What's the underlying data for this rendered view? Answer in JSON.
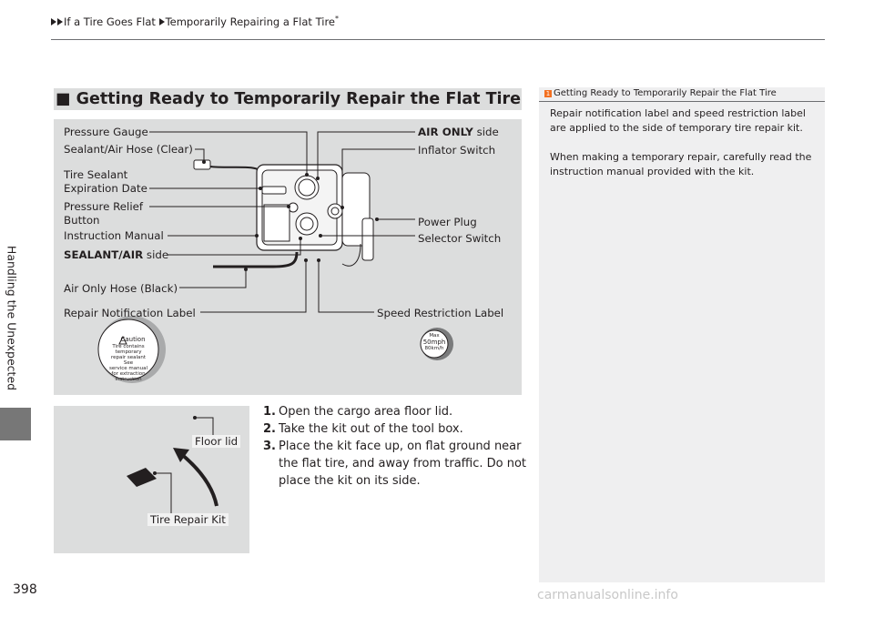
{
  "breadcrumb": {
    "part1": "If a Tire Goes Flat",
    "part2": "Temporarily Repairing a Flat Tire",
    "asterisk": "*"
  },
  "side_tab": {
    "label": "Handling the Unexpected"
  },
  "page_number": "398",
  "section": {
    "marker": "■",
    "title": "Getting Ready to Temporarily Repair the Flat Tire"
  },
  "figure1": {
    "labels": {
      "pressure_gauge": "Pressure Gauge",
      "sealant_air_hose": "Sealant/Air Hose (Clear)",
      "tire_sealant_1": "Tire Sealant",
      "tire_sealant_2": "Expiration Date",
      "pressure_relief_1": "Pressure Relief",
      "pressure_relief_2": "Button",
      "instruction_manual": "Instruction Manual",
      "sealant_air_side_bold": "SEALANT/AIR",
      "sealant_air_side_rest": " side",
      "air_only_hose": "Air Only Hose (Black)",
      "repair_notification_label": "Repair Notification Label",
      "air_only_side_bold": "AIR ONLY",
      "air_only_side_rest": " side",
      "inflator_switch": "Inflator Switch",
      "power_plug": "Power Plug",
      "selector_switch": "Selector Switch",
      "speed_restriction_label": "Speed Restriction Label"
    },
    "caution_sticker": {
      "title": "Caution",
      "line1": "Tire contains temporary",
      "line2": "repair sealant",
      "line3": "See",
      "line4": "service manual",
      "line5": "for extraction",
      "line6": "instruction"
    },
    "speed_sticker": {
      "line1": "Max",
      "line2": "50mph",
      "line3": "80km/h"
    }
  },
  "figure2": {
    "floor_lid": "Floor lid",
    "tire_repair_kit": "Tire Repair Kit"
  },
  "steps": [
    {
      "num": "1.",
      "text": "Open the cargo area floor lid."
    },
    {
      "num": "2.",
      "text": "Take the kit out of the tool box."
    },
    {
      "num": "3.",
      "text": "Place the kit face up, on flat ground near the flat tire, and away from traffic. Do not place the kit on its side."
    }
  ],
  "note": {
    "icon": "1",
    "title": "Getting Ready to Temporarily Repair the Flat Tire",
    "para1": "Repair notification label and speed restriction label are applied to the side of temporary tire repair kit.",
    "para2": "When making a temporary repair, carefully read the instruction manual provided with the kit."
  },
  "watermark": "carmanualsonline.info",
  "colors": {
    "panel": "#dcdddd",
    "note_bg": "#efeff0",
    "tab": "#777777",
    "accent": "#f37021"
  }
}
